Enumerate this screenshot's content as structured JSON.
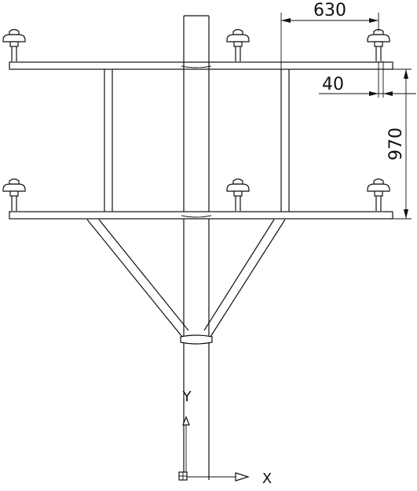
{
  "dimensions": {
    "top_span": "630",
    "offset": "40",
    "height": "970"
  },
  "ucs": {
    "x_label": "X",
    "y_label": "Y"
  },
  "insulators": {
    "upper_row": 3,
    "lower_row": 3
  }
}
